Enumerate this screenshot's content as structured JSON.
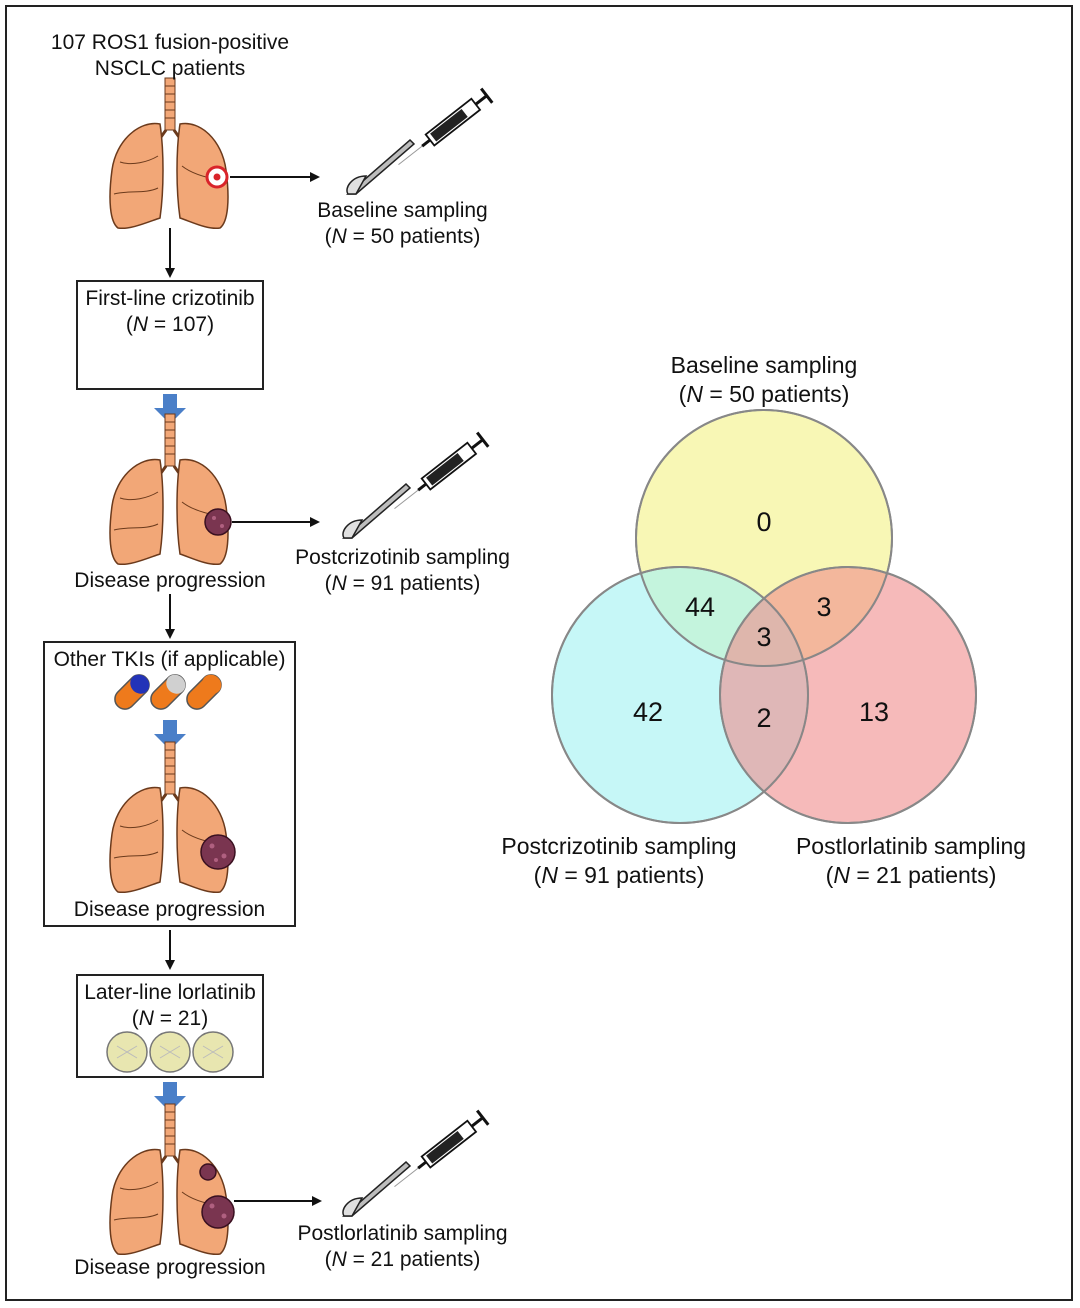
{
  "flow": {
    "cohort_line1": "107 ROS1 fusion-positive",
    "cohort_line2": "NSCLC patients",
    "n_symbol": "N",
    "baseline": {
      "label": "Baseline sampling",
      "n_text": " = 50 patients"
    },
    "crizotinib": {
      "label": "First-line crizotinib",
      "n_text": " = 107"
    },
    "progression1": "Disease progression",
    "postcrizotinib": {
      "label": "Postcrizotinib sampling",
      "n_text": " = 91 patients"
    },
    "other_tkis": {
      "label": "Other TKIs (if applicable)"
    },
    "progression2": "Disease progression",
    "lorlatinib": {
      "label": "Later-line lorlatinib",
      "n_text": " = 21"
    },
    "progression3": "Disease progression",
    "postlorlatinib": {
      "label": "Postlorlatinib sampling",
      "n_text": " = 21 patients"
    }
  },
  "venn": {
    "sets": [
      {
        "label": "Baseline sampling",
        "n_text": " = 50 patients",
        "color": "#f7f6a8"
      },
      {
        "label": "Postcrizotinib sampling",
        "n_text": " = 91 patients",
        "color": "#a8f2f2"
      },
      {
        "label": "Postlorlatinib sampling",
        "n_text": " = 21 patients",
        "color": "#f08c8c"
      }
    ],
    "regions": {
      "baseline_only": "0",
      "baseline_postcrizotinib": "44",
      "baseline_postlorlatinib": "3",
      "all_three": "3",
      "postcrizotinib_only": "42",
      "postcrizotinib_postlorlatinib": "2",
      "postlorlatinib_only": "13"
    }
  },
  "colors": {
    "lung": "#f2a777",
    "lung_edge": "#6b3a1c",
    "tumor": "#7a3550",
    "flow_arrow": "#4a7fc8",
    "pill_red": "#d9242a",
    "pill_blue": "#2333b8",
    "pill_orange": "#ee7a1c",
    "tablet": "#e8e6b0"
  }
}
